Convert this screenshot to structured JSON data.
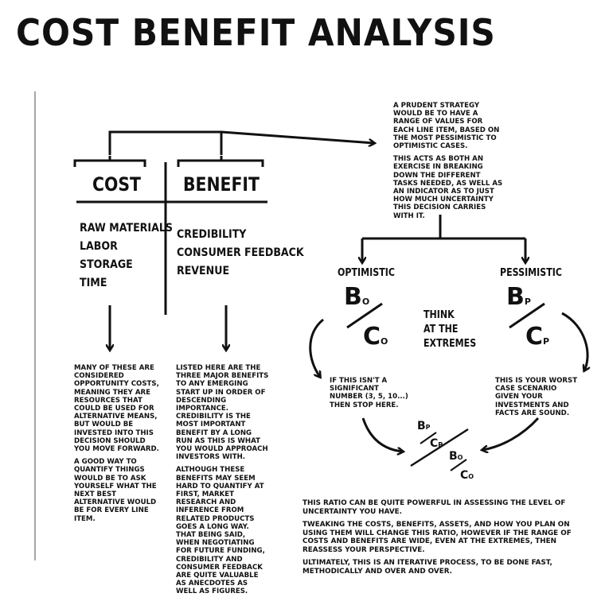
{
  "title": "COST BENEFIT ANALYSIS",
  "cost": {
    "header": "COST",
    "items": [
      "RAW MATERIALS",
      "LABOR",
      "STORAGE",
      "TIME"
    ],
    "note": [
      "MANY OF THESE ARE CONSIDERED OPPORTUNITY COSTS, MEANING THEY ARE RESOURCES THAT COULD BE USED FOR ALTERNATIVE MEANS, BUT WOULD BE INVESTED INTO THIS DECISION SHOULD YOU MOVE FORWARD.",
      "A GOOD WAY TO QUANTIFY THINGS WOULD BE TO ASK YOURSELF WHAT THE NEXT BEST ALTERNATIVE WOULD BE FOR EVERY LINE ITEM."
    ]
  },
  "benefit": {
    "header": "BENEFIT",
    "items": [
      "CREDIBILITY",
      "CONSUMER FEEDBACK",
      "REVENUE"
    ],
    "note": [
      "LISTED HERE ARE THE THREE MAJOR BENEFITS TO ANY EMERGING START UP IN ORDER OF DESCENDING IMPORTANCE. CREDIBILITY IS THE MOST IMPORTANT BENEFIT BY A LONG RUN AS THIS IS WHAT YOU WOULD APPROACH INVESTORS WITH.",
      "ALTHOUGH THESE BENEFITS MAY SEEM HARD TO QUANTIFY AT FIRST, MARKET RESEARCH AND INFERENCE FROM RELATED PRODUCTS GOES A LONG WAY. THAT BEING SAID, WHEN NEGOTIATING FOR FUTURE FUNDING, CREDIBILITY AND CONSUMER FEEDBACK ARE QUITE VALUABLE AS ANECDOTES AS WELL AS FIGURES."
    ]
  },
  "strategy_note": [
    "A PRUDENT STRATEGY WOULD BE TO HAVE A RANGE OF VALUES FOR EACH LINE ITEM, BASED ON THE MOST PESSIMISTIC TO OPTIMISTIC CASES.",
    "THIS ACTS AS BOTH AN EXERCISE IN BREAKING DOWN THE DIFFERENT TASKS NEEDED, AS WELL AS AN INDICATOR AS TO JUST HOW MUCH UNCERTAINTY THIS DECISION CARRIES WITH IT."
  ],
  "optimistic": {
    "label": "OPTIMISTIC",
    "num": "B",
    "num_sub": "O",
    "den": "C",
    "den_sub": "O",
    "note": "IF THIS ISN'T A SIGNIFICANT NUMBER (3, 5, 10...) THEN STOP HERE."
  },
  "pessimistic": {
    "label": "PESSIMISTIC",
    "num": "B",
    "num_sub": "P",
    "den": "C",
    "den_sub": "P",
    "note": "THIS IS YOUR WORST CASE SCENARIO GIVEN YOUR INVESTMENTS AND FACTS ARE SOUND."
  },
  "center_text": [
    "THINK",
    "AT THE",
    "EXTREMES"
  ],
  "ratio": {
    "b": "B",
    "c": "C",
    "sub_p": "P",
    "sub_o": "O"
  },
  "bottom_note": [
    "THIS RATIO CAN BE QUITE POWERFUL IN ASSESSING THE LEVEL OF UNCERTAINTY YOU HAVE.",
    "TWEAKING THE COSTS, BENEFITS, ASSETS, AND HOW YOU PLAN ON USING THEM WILL CHANGE THIS RATIO, HOWEVER IF THE RANGE OF COSTS AND BENEFITS ARE WIDE, EVEN AT THE EXTREMES, THEN REASSESS YOUR PERSPECTIVE.",
    "ULTIMATELY, THIS IS AN ITERATIVE PROCESS, TO BE DONE FAST, METHODICALLY AND OVER AND OVER."
  ]
}
